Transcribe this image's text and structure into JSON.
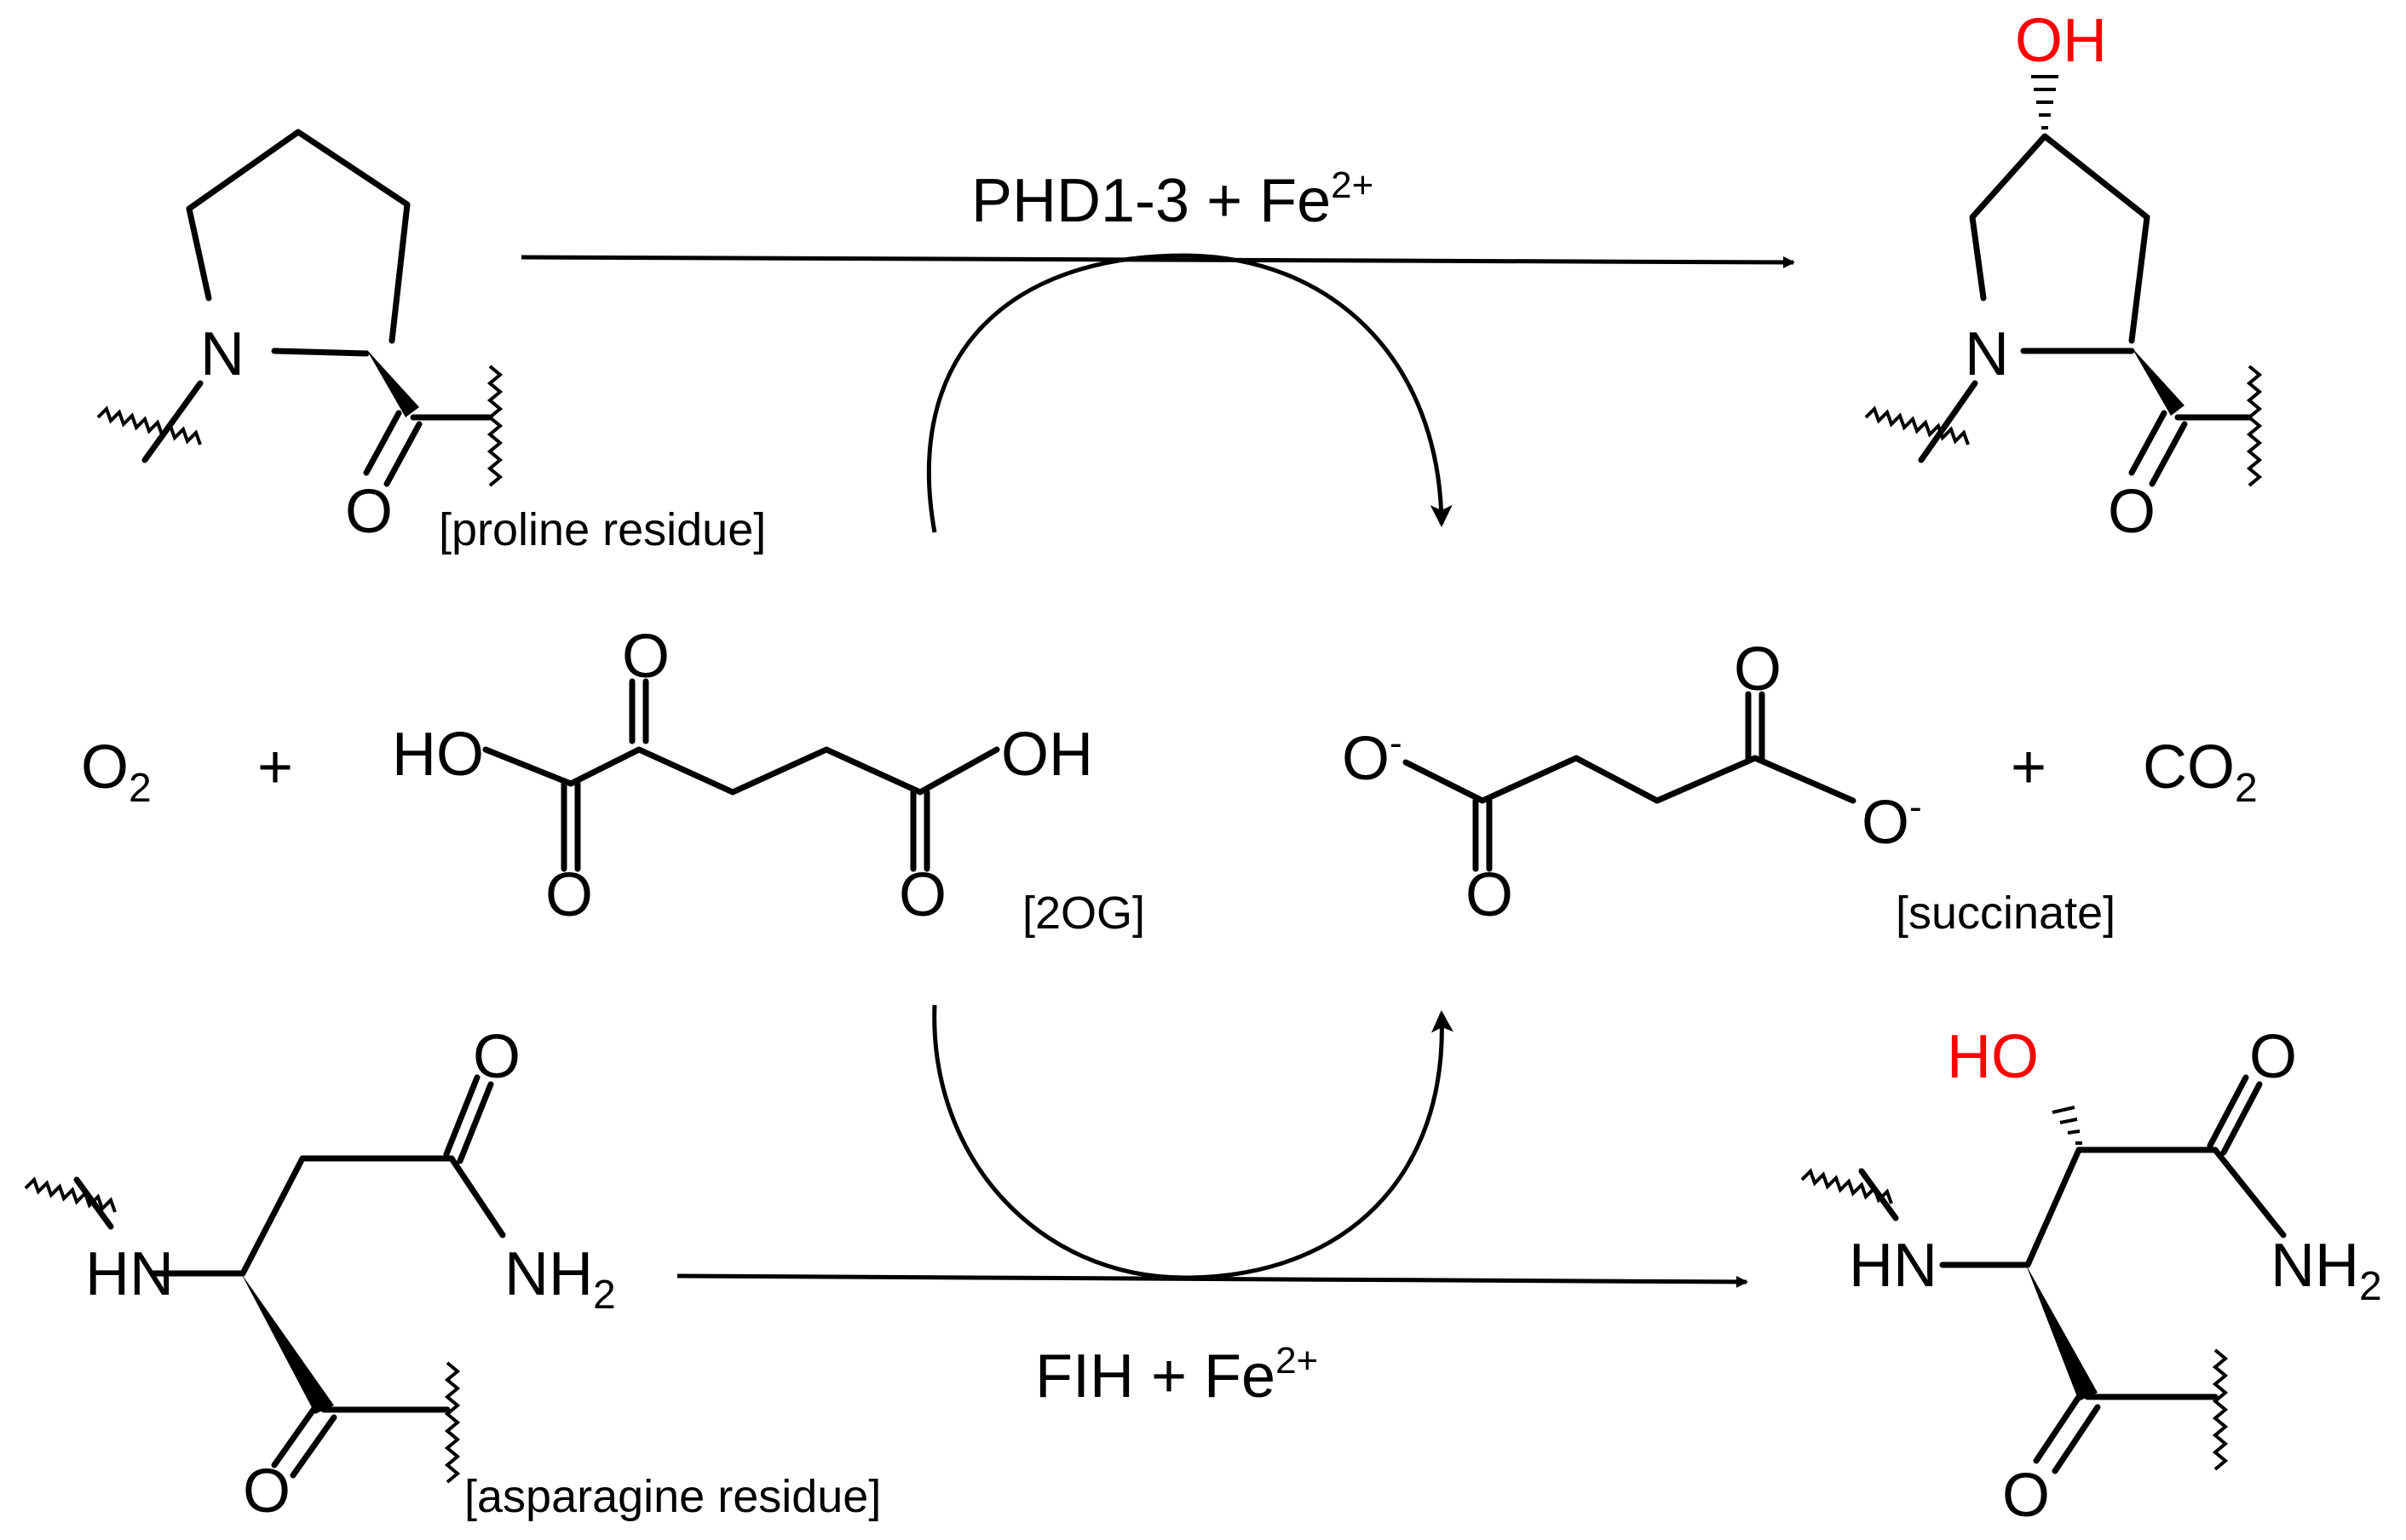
{
  "reactions": {
    "top_enzyme": {
      "text": "PHD1-3 + Fe",
      "sup": "2+"
    },
    "bottom_enzyme": {
      "text": "FIH + Fe",
      "sup": "2+"
    }
  },
  "labels": {
    "proline": "[proline residue]",
    "asparagine": "[asparagine residue]",
    "twoog": "[2OG]",
    "succinate": "[succinate]"
  },
  "atoms": {
    "N": "N",
    "O": "O",
    "OH": "OH",
    "HO": "HO",
    "HN": "HN",
    "NH": "NH",
    "sub2": "2",
    "O_minus": "O",
    "minus": "-"
  },
  "species": {
    "o2_main": "O",
    "o2_sub": "2",
    "plus": "+",
    "co2_main": "CO",
    "co2_sub": "2"
  },
  "colors": {
    "hydroxyl": "#ff0000",
    "ink": "#000000"
  }
}
